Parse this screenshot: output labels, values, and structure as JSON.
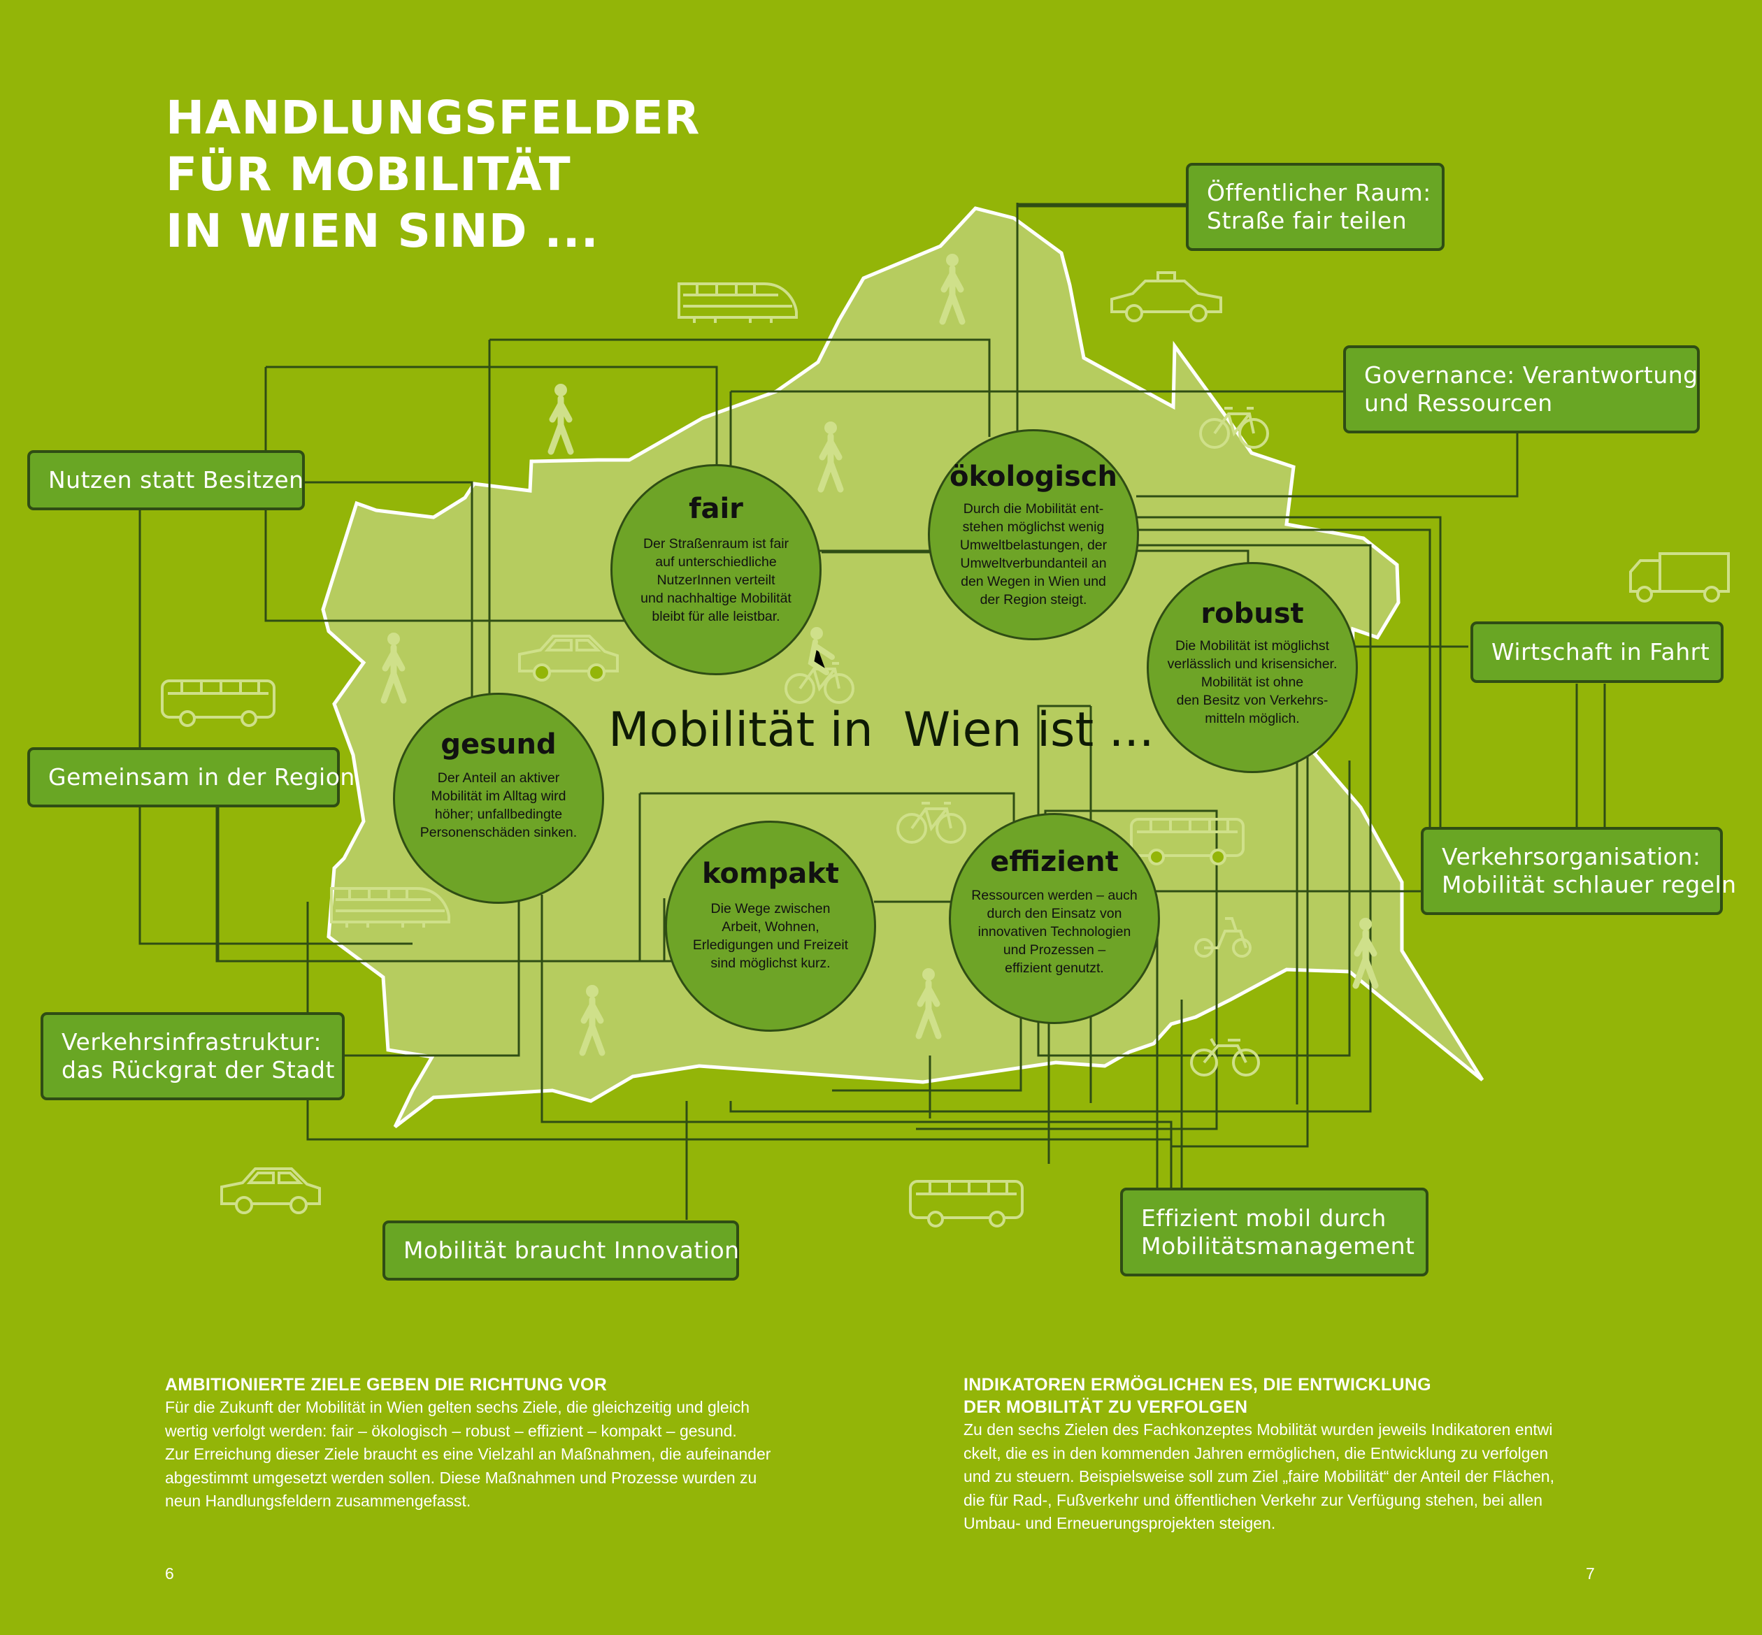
{
  "heading": {
    "lines": [
      "HANDLUNGSFELDER",
      "FÜR MOBILITÄT",
      "IN WIEN SIND ..."
    ]
  },
  "center_text": "Mobilität in  Wien ist ...",
  "goals": {
    "fair": {
      "name": "fair",
      "desc": [
        "Der Straßenraum ist fair",
        "auf unterschiedliche",
        "NutzerInnen verteilt",
        "und nachhaltige Mobilität",
        "bleibt für alle leistbar."
      ]
    },
    "oekologisch": {
      "name": "ökologisch",
      "desc": [
        "Durch die Mobilität ent-",
        "stehen möglichst wenig",
        "Umweltbelastungen, der",
        "Umweltverbundanteil an",
        "den Wegen in Wien und",
        "der Region steigt."
      ]
    },
    "robust": {
      "name": "robust",
      "desc": [
        "Die Mobilität ist möglichst",
        "verlässlich und krisensicher.",
        "Mobilität ist ohne",
        "den Besitz von Verkehrs-",
        "mitteln möglich."
      ]
    },
    "gesund": {
      "name": "gesund",
      "desc": [
        "Der Anteil an aktiver",
        "Mobilität im Alltag wird",
        "höher; unfallbedingte",
        "Personenschäden sinken."
      ]
    },
    "kompakt": {
      "name": "kompakt",
      "desc": [
        "Die Wege zwischen",
        "Arbeit, Wohnen,",
        "Erledigungen und Freizeit",
        "sind möglichst kurz."
      ]
    },
    "effizient": {
      "name": "effizient",
      "desc": [
        "Ressourcen werden – auch",
        "durch den Einsatz von",
        "innovativen Technologien",
        "und Prozessen –",
        "effizient genutzt."
      ]
    }
  },
  "fields": {
    "oeffentlicher_raum": [
      "Öffentlicher Raum:",
      "Straße fair teilen"
    ],
    "governance": [
      "Governance: Verantwortung",
      "und Ressourcen"
    ],
    "nutzen": [
      "Nutzen statt Besitzen"
    ],
    "wirtschaft": [
      "Wirtschaft in Fahrt"
    ],
    "gemeinsam": [
      "Gemeinsam in der Region"
    ],
    "verkehrsorganisation": [
      "Verkehrsorganisation:",
      "Mobilität schlauer regeln"
    ],
    "verkehrsinfrastruktur": [
      "Verkehrsinfrastruktur:",
      "das Rückgrat der Stadt"
    ],
    "innovation": [
      "Mobilität braucht Innovation"
    ],
    "effizient_mobil": [
      "Effizient mobil durch",
      "Mobilitätsmanagement"
    ]
  },
  "left_column": {
    "heading": [
      "AMBITIONIERTE ZIELE GEBEN DIE RICHTUNG VOR"
    ],
    "body": [
      "Für die Zukunft der Mobilität in Wien gelten sechs Ziele, die gleichzeitig und gleich",
      "wertig verfolgt werden: fair – ökologisch – robust – effizient – kompakt – gesund.",
      "Zur Erreichung dieser Ziele braucht es eine Vielzahl an Maßnahmen, die aufeinander",
      "abgestimmt umgesetzt werden sollen. Diese Maßnahmen und Prozesse wurden zu",
      "neun Handlungsfeldern zusammengefasst."
    ]
  },
  "right_column": {
    "heading": [
      "INDIKATOREN ERMÖGLICHEN ES, DIE ENTWICKLUNG",
      "DER MOBILITÄT ZU VERFOLGEN"
    ],
    "body": [
      "Zu den sechs Zielen des Fachkonzeptes Mobilität wurden jeweils Indikatoren entwi",
      "ckelt, die es in den kommenden Jahren ermöglichen, die Entwicklung zu verfolgen",
      "und zu steuern. Beispielsweise soll zum Ziel „faire Mobilität“ der Anteil der Flächen,",
      "die für Rad-, Fußverkehr und öffentlichen Verkehr zur Verfügung stehen, bei allen",
      "Umbau- und Erneuerungsprojekten steigen."
    ]
  },
  "page_numbers": {
    "left": "6",
    "right": "7"
  },
  "icons": [
    "train-icon",
    "taxi-icon",
    "pedestrian-icon",
    "bicycle-icon",
    "car-icon",
    "bus-icon",
    "truck-icon",
    "scooter-icon",
    "motorcycle-icon",
    "cyclist-icon"
  ],
  "colors": {
    "background": "#93b508",
    "map_fill": "#b6cc5f",
    "box_fill": "#69a624",
    "circle_fill": "#6ea427",
    "line": "#2f4d14"
  }
}
